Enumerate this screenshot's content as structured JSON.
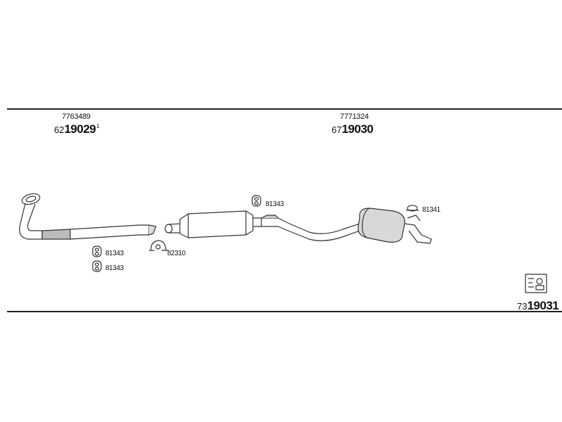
{
  "parts": {
    "front_pipe": {
      "ref": "7763489",
      "prefix": "62",
      "main": "19029",
      "sup": "1"
    },
    "rear_section": {
      "ref": "7771324",
      "prefix": "67",
      "main": "19030"
    },
    "kit": {
      "prefix": "73",
      "main": "19031"
    }
  },
  "hardware": {
    "rubber_mount_a": "81343",
    "rubber_mount_b": "81343",
    "clamp": "82310",
    "rubber_mount_c": "81343",
    "rear_hanger": "81341"
  },
  "icons": [
    "rubber-mount-icon",
    "clamp-icon",
    "hanger-icon",
    "kit-icon"
  ]
}
